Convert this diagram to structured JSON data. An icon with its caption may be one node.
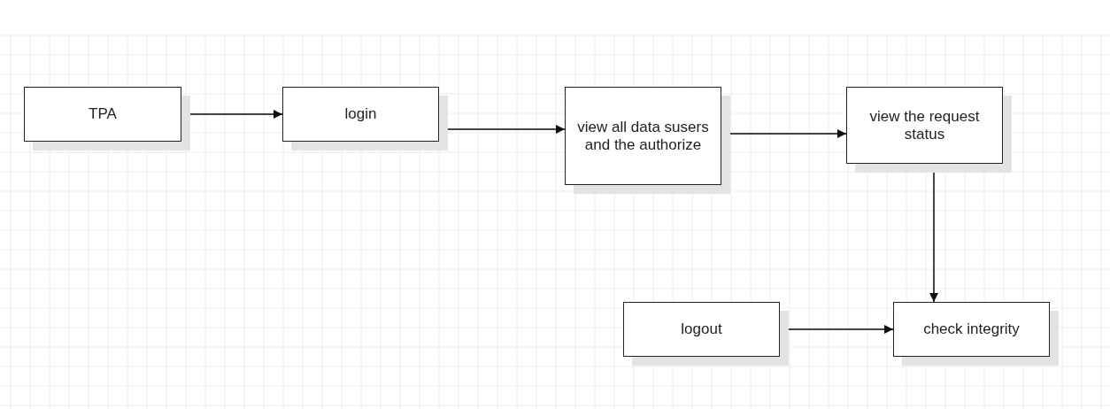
{
  "diagram": {
    "nodes": [
      {
        "text": [
          "TPA"
        ]
      },
      {
        "text": [
          "login"
        ]
      },
      {
        "text": [
          "view all data susers and the authorize"
        ]
      },
      {
        "text": [
          "view the request status"
        ]
      },
      {
        "text": [
          "logout"
        ]
      },
      {
        "text": [
          "check integrity"
        ]
      }
    ],
    "edges": [
      {
        "from": 0,
        "to": 1,
        "arrow": "to"
      },
      {
        "from": 1,
        "to": 2,
        "arrow": "to"
      },
      {
        "from": 2,
        "to": 3,
        "arrow": "to"
      },
      {
        "from": 3,
        "to": 5,
        "arrow": "to"
      },
      {
        "from": 4,
        "to": 5,
        "arrow": "to"
      }
    ]
  }
}
